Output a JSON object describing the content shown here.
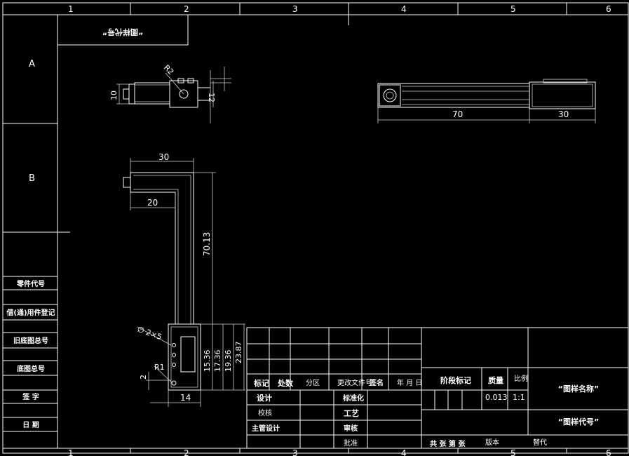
{
  "frame": {
    "col_numbers_top": [
      "1",
      "2",
      "3",
      "4",
      "5",
      "6"
    ],
    "col_numbers_bottom": [
      "1",
      "2",
      "3",
      "4",
      "5",
      "6"
    ],
    "row_letters": [
      "A",
      "B"
    ]
  },
  "title_tab": "“图样代号”",
  "left_column": {
    "part_code": "零件代号",
    "borrow_register": "借(通)用件登记",
    "old_base_no": "旧底图总号",
    "base_no": "底图总号",
    "signature": "签  字",
    "date": "日  期"
  },
  "dims": {
    "r2": "R2",
    "d10": "10",
    "d12": "12",
    "d70": "70",
    "d30_top": "30",
    "d30_side": "30",
    "d20": "20",
    "d70_13": "70.13",
    "d15_36": "15.36",
    "d17_36": "17.36",
    "d19_36": "19.36",
    "d23_87": "23.87",
    "hole": "∅ 2×5",
    "r1": "R1",
    "d2": "2",
    "d14": "14"
  },
  "title_block": {
    "mark": "标记",
    "count": "处数",
    "zone": "分区",
    "change_doc": "更改文件号",
    "sign": "签名",
    "ymd": "年 月 日",
    "design": "设计",
    "standardize": "标准化",
    "check": "校核",
    "process": "工艺",
    "chief_design": "主管设计",
    "review": "审核",
    "approve": "批准",
    "stage_mark": "阶段标记",
    "mass": "质量",
    "scale": "比例",
    "mass_value": "0.013",
    "scale_value": "1:1",
    "drawing_name": "“图样名称”",
    "drawing_code": "“图样代号”",
    "sheets": "共  张   第  张",
    "version": "版本",
    "replace": "替代"
  }
}
